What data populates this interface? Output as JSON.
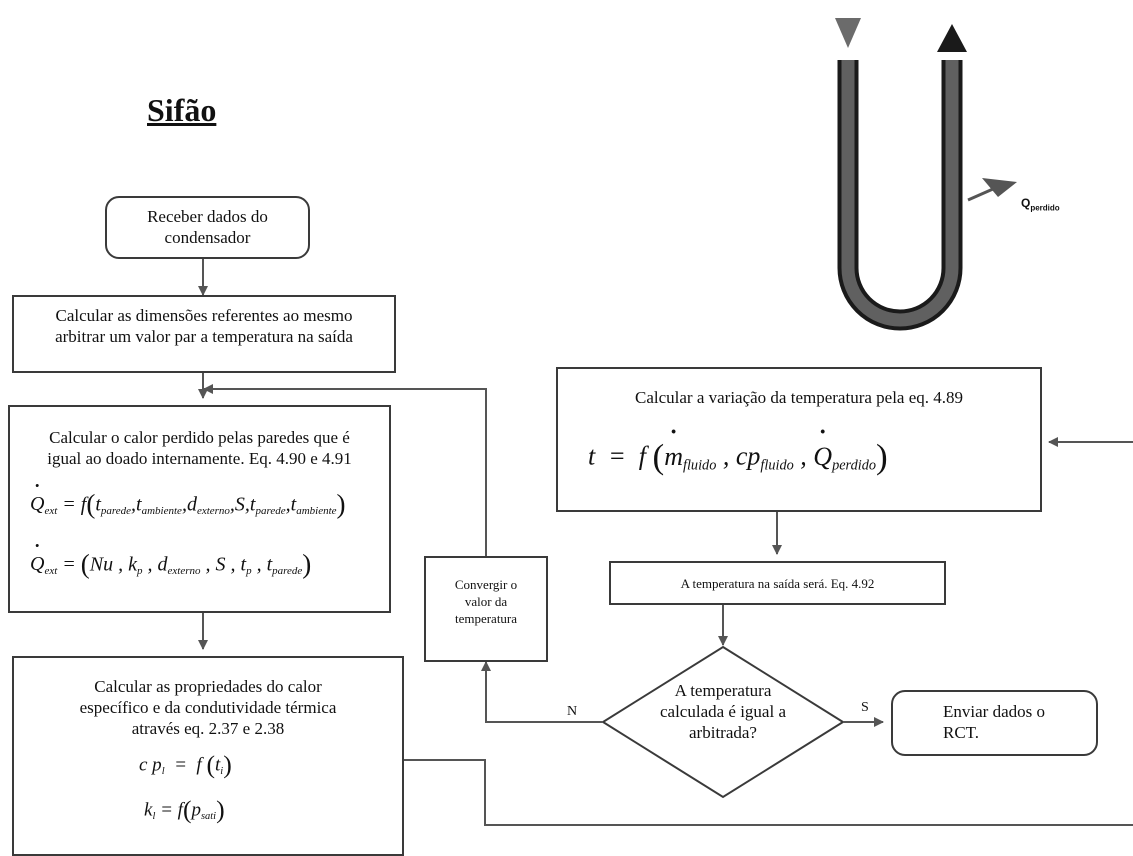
{
  "title": "Sifão",
  "u_tube": {
    "heat_label_main": "Q",
    "heat_label_sub": "perdido"
  },
  "boxes": {
    "receive": "Receber dados do condensador",
    "dimensions": {
      "line1": "Calcular as dimensões referentes ao mesmo",
      "line2": "arbitrar um valor par a temperatura na saída"
    },
    "heat_loss": {
      "line1": "Calcular o calor perdido pelas paredes que é",
      "line2": "igual ao doado internamente. Eq. 4.90 e 4.91"
    },
    "properties": {
      "line1": "Calcular as propriedades do calor",
      "line2": "específico e da condutividade térmica",
      "line3": "através eq. 2.37 e 2.38"
    },
    "variation": "Calcular a variação da temperatura pela eq. 4.89",
    "outlet": "A temperatura na saída será. Eq. 4.92",
    "converge": "Convergir o valor da temperatura",
    "decision": "A temperatura calculada é igual a arbitrada?",
    "send": "Enviar dados o RCT."
  },
  "branches": {
    "no": "N",
    "yes": "S"
  },
  "equations": {
    "q_ext_1": {
      "lhs": "Q",
      "lhs_sub": "ext",
      "func": "f",
      "args": [
        "t",
        "parede",
        "t",
        "ambiente",
        "d",
        "externo",
        "S",
        "t",
        "parede",
        "t",
        "ambiente"
      ]
    },
    "q_ext_2": {
      "lhs": "Q",
      "lhs_sub": "ext",
      "args": [
        "Nu",
        "k",
        "p",
        "d",
        "externo",
        "S",
        "t",
        "p",
        "t",
        "parede"
      ]
    },
    "t_eq": {
      "lhs": "t",
      "func": "f",
      "m": "m",
      "fluido": "fluido",
      "cp": "cp",
      "q": "Q",
      "perdido": "perdido"
    },
    "cp_eq": {
      "lhs": "c p",
      "lhs_sub": "l",
      "func": "f",
      "arg": "t",
      "arg_sub": "i"
    },
    "k_eq": {
      "lhs": "k",
      "lhs_sub": "l",
      "func": "f",
      "arg": "p",
      "arg_sub": "sati"
    }
  }
}
